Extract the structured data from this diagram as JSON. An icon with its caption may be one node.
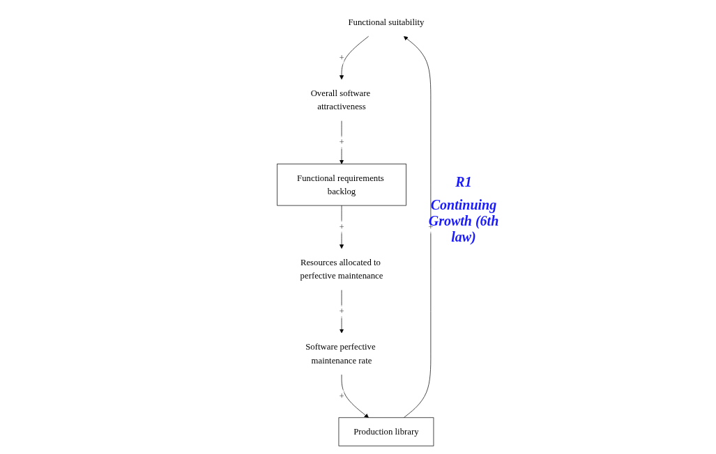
{
  "diagram": {
    "nodes": [
      {
        "text": [
          "Functional suitability"
        ]
      },
      {
        "text": [
          "Production library"
        ]
      },
      {
        "text": [
          "Overall software attractiveness"
        ]
      },
      {
        "text": [
          "Software perfective maintenance rate"
        ]
      },
      {
        "text": [
          "Resources allocated to perfective maintenance"
        ]
      },
      {
        "text": [
          "Functional requirements backlog"
        ]
      }
    ],
    "edges": [
      {
        "from": 1,
        "to": 0,
        "arrow": "to",
        "label": "+"
      },
      {
        "from": 0,
        "to": 2,
        "arrow": "to",
        "label": "+"
      },
      {
        "from": 2,
        "to": 5,
        "arrow": "to",
        "label": "+"
      },
      {
        "from": 5,
        "to": 4,
        "arrow": "to",
        "label": "+"
      },
      {
        "from": 4,
        "to": 3,
        "arrow": "to",
        "label": "+"
      },
      {
        "from": 3,
        "to": 1,
        "arrow": "to",
        "label": "+"
      }
    ],
    "labels": [
      "R1",
      "Continuing Growth (6th law)"
    ]
  }
}
